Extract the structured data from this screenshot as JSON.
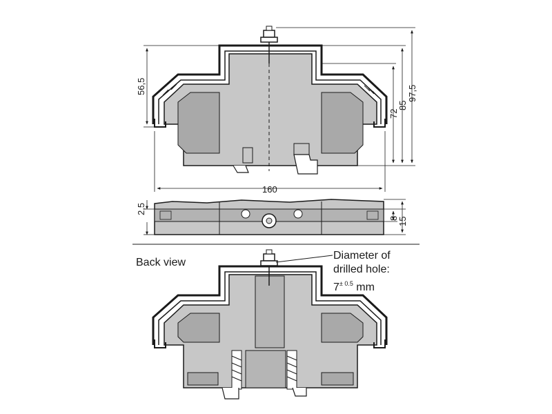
{
  "labels": {
    "back_view": "Back view",
    "note_line1": "Diameter of",
    "note_line2": "drilled hole:",
    "note_base": "7",
    "note_sup": "± 0.5",
    "note_unit": " mm"
  },
  "dimensions": {
    "height_left": "56,5",
    "height_72": "72",
    "height_85": "85",
    "height_97_5": "97,5",
    "width_160": "160",
    "side_2_5": "2,5",
    "side_8": "8",
    "side_15": "15"
  },
  "colors": {
    "body_fill": "#c7c7c7",
    "pad_fill": "#a9a9a9",
    "line": "#1a1a1a",
    "background": "#ffffff"
  }
}
